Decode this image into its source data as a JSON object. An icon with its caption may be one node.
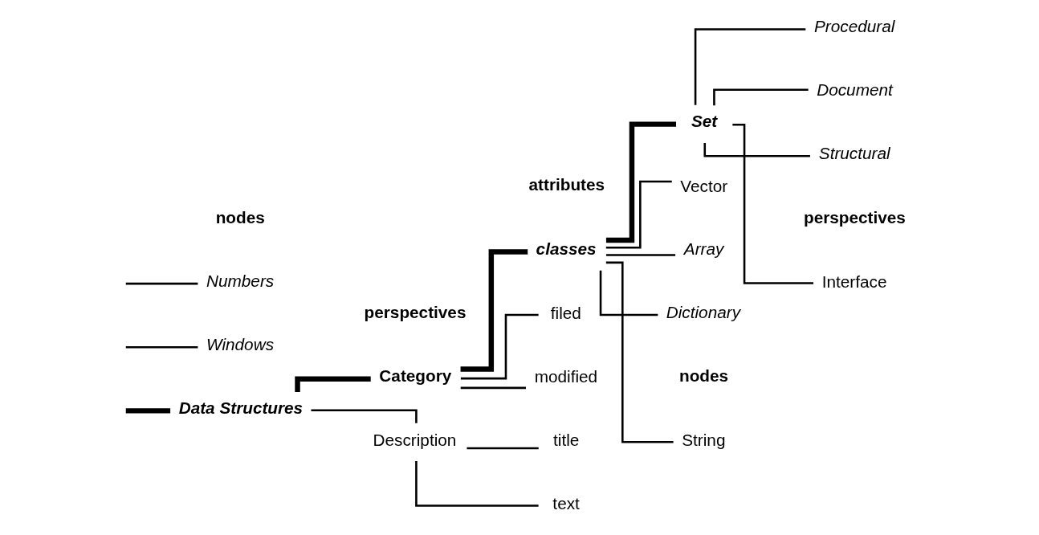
{
  "diagram": {
    "nodes": [
      {
        "text": [
          "Data Structures"
        ]
      },
      {
        "text": [
          "Windows"
        ]
      },
      {
        "text": [
          "Numbers"
        ]
      },
      {
        "text": [
          "Category"
        ]
      },
      {
        "text": [
          "Description"
        ]
      },
      {
        "text": [
          "classes"
        ]
      },
      {
        "text": [
          "filed"
        ]
      },
      {
        "text": [
          "modified"
        ]
      },
      {
        "text": [
          "title"
        ]
      },
      {
        "text": [
          "text"
        ]
      },
      {
        "text": [
          "Array"
        ]
      },
      {
        "text": [
          "Dictionary"
        ]
      },
      {
        "text": [
          "Set"
        ]
      },
      {
        "text": [
          "Vector"
        ]
      },
      {
        "text": [
          "String"
        ]
      },
      {
        "text": [
          "Structural"
        ]
      },
      {
        "text": [
          "Procedural"
        ]
      },
      {
        "text": [
          "Document"
        ]
      },
      {
        "text": [
          "Interface"
        ]
      }
    ],
    "edges": [
      {
        "from": null,
        "to": 0,
        "arrow": "none",
        "style": "thick"
      },
      {
        "from": null,
        "to": 1,
        "arrow": "none"
      },
      {
        "from": null,
        "to": 2,
        "arrow": "none"
      },
      {
        "from": 0,
        "to": 3,
        "arrow": "none",
        "style": "thick"
      },
      {
        "from": 0,
        "to": 4,
        "arrow": "none"
      },
      {
        "from": 3,
        "to": 5,
        "arrow": "none",
        "style": "thick"
      },
      {
        "from": 3,
        "to": 6,
        "arrow": "none"
      },
      {
        "from": 3,
        "to": 7,
        "arrow": "none"
      },
      {
        "from": 4,
        "to": 8,
        "arrow": "none"
      },
      {
        "from": 4,
        "to": 9,
        "arrow": "none"
      },
      {
        "from": 5,
        "to": 10,
        "arrow": "none"
      },
      {
        "from": 5,
        "to": 11,
        "arrow": "none"
      },
      {
        "from": 5,
        "to": 12,
        "arrow": "none",
        "style": "thick"
      },
      {
        "from": 5,
        "to": 13,
        "arrow": "none"
      },
      {
        "from": 5,
        "to": 14,
        "arrow": "none"
      },
      {
        "from": 12,
        "to": 15,
        "arrow": "none"
      },
      {
        "from": 12,
        "to": 16,
        "arrow": "none"
      },
      {
        "from": 12,
        "to": 17,
        "arrow": "none"
      },
      {
        "from": 12,
        "to": 18,
        "arrow": "none"
      }
    ],
    "labels": [
      "nodes",
      "perspectives",
      "attributes",
      "nodes",
      "perspectives"
    ]
  }
}
